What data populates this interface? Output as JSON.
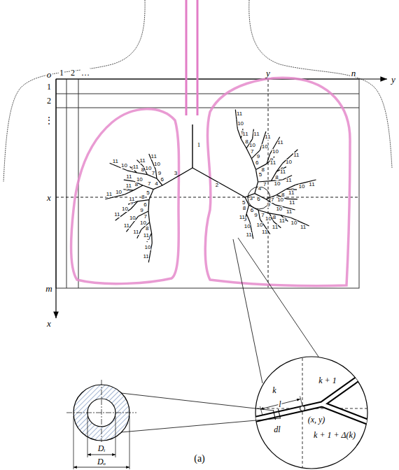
{
  "diagram": {
    "caption": "(a)",
    "labels": [
      "o",
      "1",
      "2",
      "…",
      "y",
      "n",
      "y",
      "1",
      "2",
      "⋮",
      "x",
      "m",
      "x",
      "k",
      "l",
      "k + 1",
      "(x, y)",
      "dl",
      "k + 1 + Δ(k)",
      "Dᵢ",
      "Dₒ",
      "1",
      "3",
      "4",
      "5",
      "6",
      "7",
      "8",
      "9",
      "10",
      "11",
      "11",
      "10",
      "11",
      "9",
      "10",
      "11",
      "8",
      "9",
      "10",
      "11",
      "11",
      "7",
      "8",
      "9",
      "10",
      "11",
      "11",
      "10",
      "11",
      "6",
      "7",
      "8",
      "9",
      "10",
      "11",
      "11",
      "10",
      "11",
      "9",
      "10",
      "11",
      "2",
      "3",
      "4",
      "5",
      "6",
      "7",
      "8",
      "9",
      "10",
      "11",
      "11",
      "10",
      "11",
      "9",
      "10",
      "11",
      "8",
      "9",
      "10",
      "11",
      "11",
      "7",
      "8",
      "9",
      "10",
      "11",
      "11",
      "10",
      "11",
      "6",
      "7",
      "8",
      "9",
      "10",
      "11",
      "11",
      "10",
      "11",
      "9",
      "10",
      "11",
      "5",
      "6",
      "7",
      "8",
      "9",
      "10",
      "11",
      "11",
      "10",
      "11",
      "9",
      "10",
      "11",
      "8",
      "9",
      "10",
      "11",
      "11"
    ]
  }
}
